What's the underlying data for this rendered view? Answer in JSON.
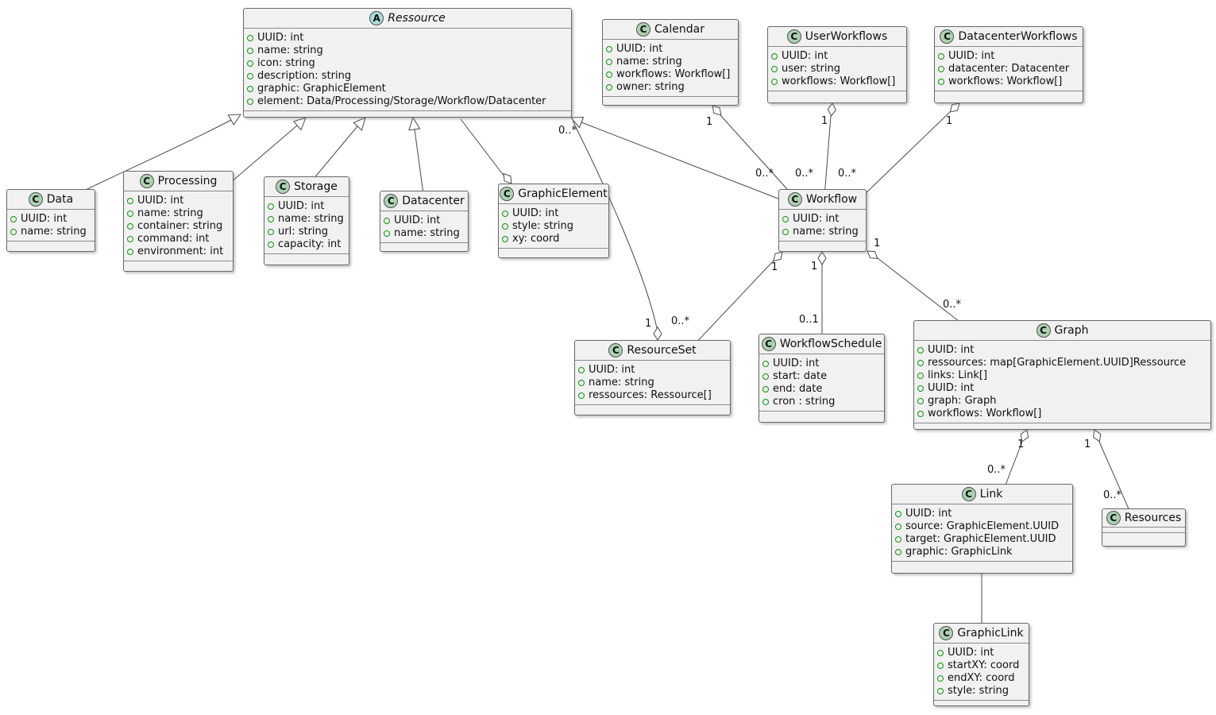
{
  "diagram": {
    "kind": "UML class diagram",
    "colors": {
      "box_fill": "#f1f1f1",
      "box_border": "#696969",
      "edge_line": "#4a4a4a",
      "class_icon_fill": "#ADD1B2",
      "abstract_icon_fill": "#A9DCDF",
      "field_dot_color": "#129212"
    }
  },
  "icons": {
    "class_letter": "C",
    "abstract_letter": "A"
  },
  "classes": {
    "ressource": {
      "name": "Ressource",
      "attrs": [
        "UUID: int",
        "name: string",
        "icon: string",
        "description: string",
        "graphic: GraphicElement",
        "element: Data/Processing/Storage/Workflow/Datacenter"
      ]
    },
    "calendar": {
      "name": "Calendar",
      "attrs": [
        "UUID: int",
        "name: string",
        "workflows: Workflow[]",
        "owner: string"
      ]
    },
    "userworkflows": {
      "name": "UserWorkflows",
      "attrs": [
        "UUID: int",
        "user: string",
        "workflows: Workflow[]"
      ]
    },
    "datacenterworkflows": {
      "name": "DatacenterWorkflows",
      "attrs": [
        "UUID: int",
        "datacenter: Datacenter",
        "workflows: Workflow[]"
      ]
    },
    "data": {
      "name": "Data",
      "attrs": [
        "UUID: int",
        "name: string"
      ]
    },
    "processing": {
      "name": "Processing",
      "attrs": [
        "UUID: int",
        "name: string",
        "container: string",
        "command: int",
        "environment: int"
      ]
    },
    "storage": {
      "name": "Storage",
      "attrs": [
        "UUID: int",
        "name: string",
        "url: string",
        "capacity: int"
      ]
    },
    "datacenter": {
      "name": "Datacenter",
      "attrs": [
        "UUID: int",
        "name: string"
      ]
    },
    "graphicelement": {
      "name": "GraphicElement",
      "attrs": [
        "UUID: int",
        "style: string",
        "xy: coord"
      ]
    },
    "workflow": {
      "name": "Workflow",
      "attrs": [
        "UUID: int",
        "name: string"
      ]
    },
    "resourceset": {
      "name": "ResourceSet",
      "attrs": [
        "UUID: int",
        "name: string",
        "ressources: Ressource[]"
      ]
    },
    "workflowschedule": {
      "name": "WorkflowSchedule",
      "attrs": [
        "UUID: int",
        "start: date",
        "end: date",
        "cron : string"
      ]
    },
    "graph": {
      "name": "Graph",
      "attrs": [
        "UUID: int",
        "ressources: map[GraphicElement.UUID]Ressource",
        "links: Link[]",
        "UUID: int",
        "graph: Graph",
        "workflows: Workflow[]"
      ]
    },
    "link": {
      "name": "Link",
      "attrs": [
        "UUID: int",
        "source: GraphicElement.UUID",
        "target: GraphicElement.UUID",
        "graphic: GraphicLink"
      ]
    },
    "resources": {
      "name": "Resources",
      "attrs": []
    },
    "graphiclink": {
      "name": "GraphicLink",
      "attrs": [
        "UUID: int",
        "startXY: coord",
        "endXY: coord",
        "style: string"
      ]
    }
  },
  "labels": {
    "cal_one": "1",
    "cal_many": "0..*",
    "uw_one": "1",
    "uw_many": "0..*",
    "dw_one": "1",
    "dw_many": "0..*",
    "rs_res_many": "0..*",
    "rs_res_one": "1",
    "wf_rs_one": "1",
    "wf_rs_many": "0..*",
    "wf_ws_one": "1",
    "wf_ws_opt": "0..1",
    "wf_g_one": "1",
    "wf_g_many": "0..*",
    "g_link_one": "1",
    "g_link_many": "0..*",
    "g_res_one": "1",
    "g_res_many": "0..*"
  }
}
